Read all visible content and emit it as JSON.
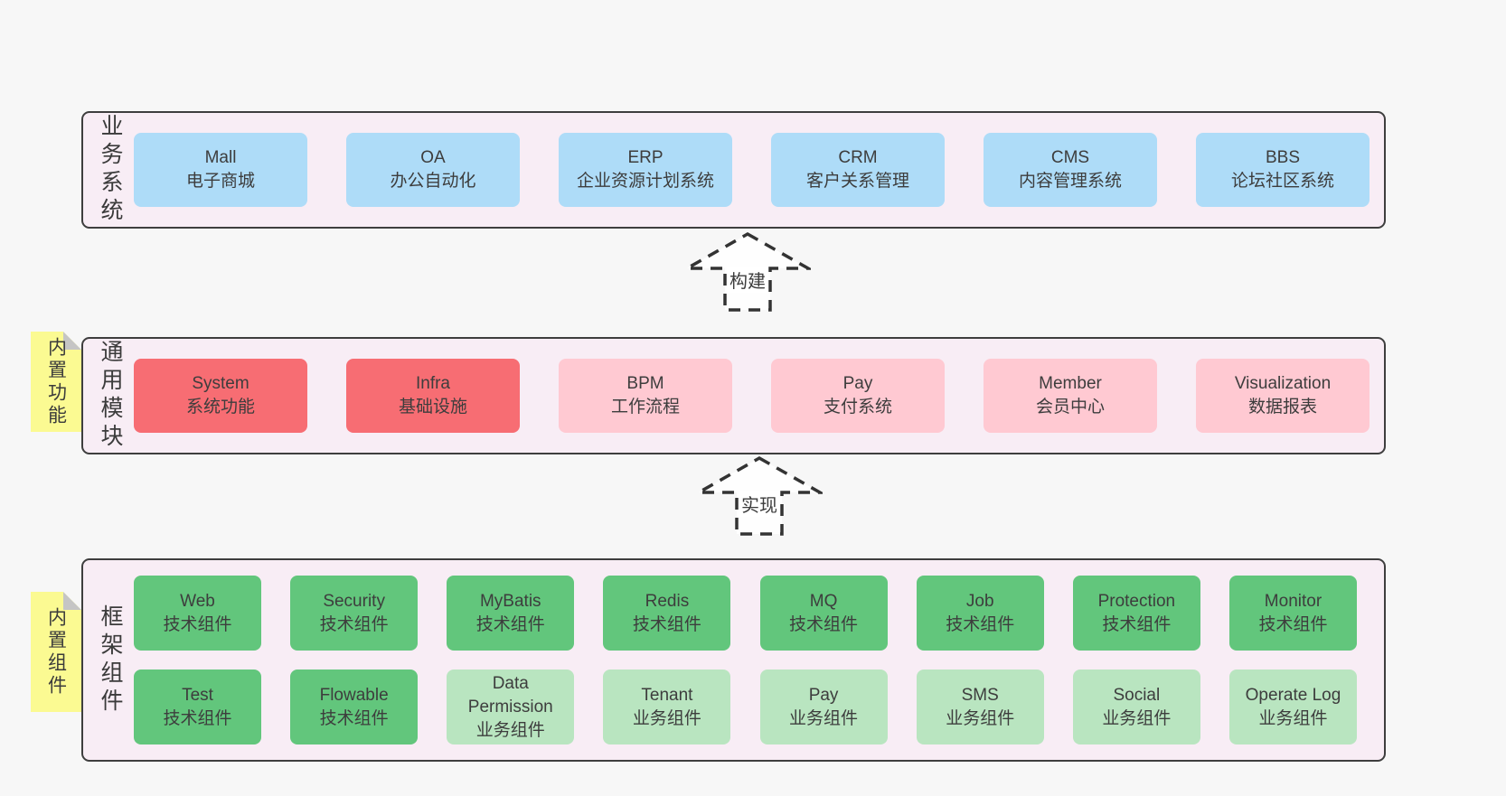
{
  "colors": {
    "page_bg": "#f7f7f7",
    "layer_bg": "#f8edf5",
    "layer_border": "#3e3e3e",
    "text": "#3d3d3d",
    "blue": "#aedcf8",
    "red": "#f76d73",
    "pink": "#ffc9d2",
    "green_dark": "#62c67c",
    "green_light": "#b9e5c0",
    "sticky_yellow": "#fbfa92",
    "sticky_fold": "#c5c5c5",
    "arrow_stroke": "#333333",
    "arrow_fill": "#fefefe"
  },
  "arrows": [
    {
      "label": "构建"
    },
    {
      "label": "实现"
    }
  ],
  "stickies": [
    {
      "label": "内置功能"
    },
    {
      "label": "内置组件"
    }
  ],
  "layers": [
    {
      "id": "business-systems",
      "side_label": "业务系统",
      "boxes": [
        {
          "name": "Mall",
          "desc": "电子商城",
          "variant": "blue"
        },
        {
          "name": "OA",
          "desc": "办公自动化",
          "variant": "blue"
        },
        {
          "name": "ERP",
          "desc": "企业资源计划系统",
          "variant": "blue"
        },
        {
          "name": "CRM",
          "desc": "客户关系管理",
          "variant": "blue"
        },
        {
          "name": "CMS",
          "desc": "内容管理系统",
          "variant": "blue"
        },
        {
          "name": "BBS",
          "desc": "论坛社区系统",
          "variant": "blue"
        }
      ]
    },
    {
      "id": "common-modules",
      "side_label": "通用模块",
      "boxes": [
        {
          "name": "System",
          "desc": "系统功能",
          "variant": "red"
        },
        {
          "name": "Infra",
          "desc": "基础设施",
          "variant": "red"
        },
        {
          "name": "BPM",
          "desc": "工作流程",
          "variant": "pink"
        },
        {
          "name": "Pay",
          "desc": "支付系统",
          "variant": "pink"
        },
        {
          "name": "Member",
          "desc": "会员中心",
          "variant": "pink"
        },
        {
          "name": "Visualization",
          "desc": "数据报表",
          "variant": "pink"
        }
      ]
    },
    {
      "id": "framework-components",
      "side_label": "框架组件",
      "rows": [
        [
          {
            "name": "Web",
            "desc": "技术组件",
            "variant": "green-dark"
          },
          {
            "name": "Security",
            "desc": "技术组件",
            "variant": "green-dark"
          },
          {
            "name": "MyBatis",
            "desc": "技术组件",
            "variant": "green-dark"
          },
          {
            "name": "Redis",
            "desc": "技术组件",
            "variant": "green-dark"
          },
          {
            "name": "MQ",
            "desc": "技术组件",
            "variant": "green-dark"
          },
          {
            "name": "Job",
            "desc": "技术组件",
            "variant": "green-dark"
          },
          {
            "name": "Protection",
            "desc": "技术组件",
            "variant": "green-dark"
          },
          {
            "name": "Monitor",
            "desc": "技术组件",
            "variant": "green-dark"
          }
        ],
        [
          {
            "name": "Test",
            "desc": "技术组件",
            "variant": "green-dark"
          },
          {
            "name": "Flowable",
            "desc": "技术组件",
            "variant": "green-dark"
          },
          {
            "name": "Data Permission",
            "desc": "业务组件",
            "variant": "green-light"
          },
          {
            "name": "Tenant",
            "desc": "业务组件",
            "variant": "green-light"
          },
          {
            "name": "Pay",
            "desc": "业务组件",
            "variant": "green-light"
          },
          {
            "name": "SMS",
            "desc": "业务组件",
            "variant": "green-light"
          },
          {
            "name": "Social",
            "desc": "业务组件",
            "variant": "green-light"
          },
          {
            "name": "Operate Log",
            "desc": "业务组件",
            "variant": "green-light"
          }
        ]
      ]
    }
  ]
}
